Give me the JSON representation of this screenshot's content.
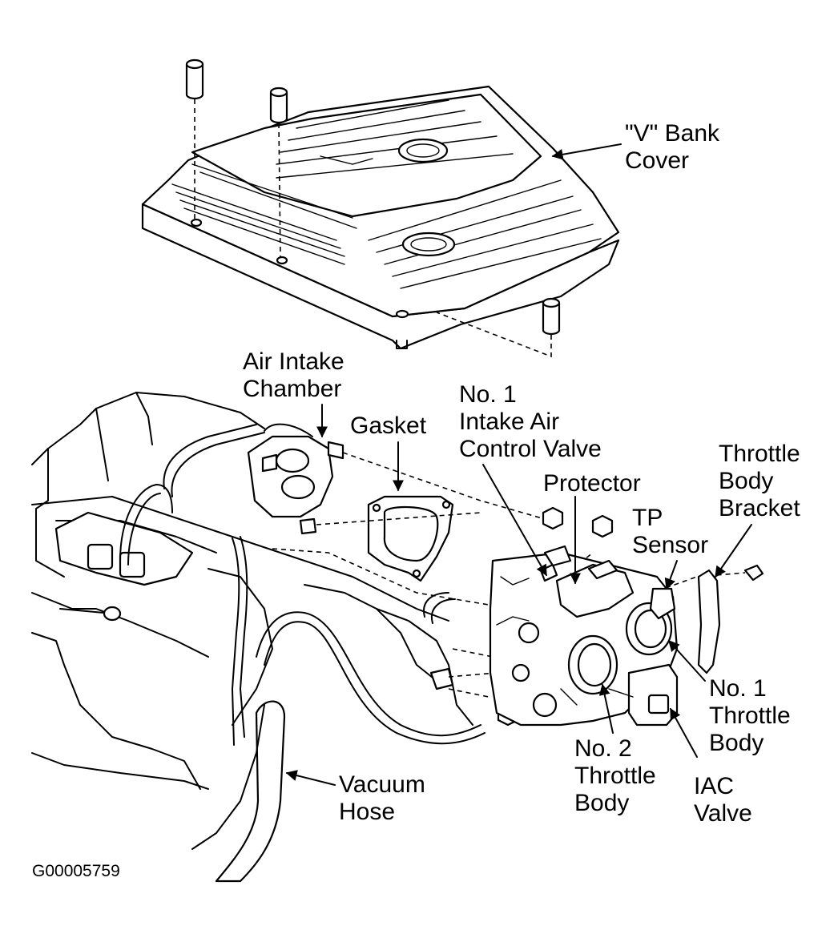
{
  "figure_id": "G00005759",
  "labels": {
    "v_bank_cover": [
      "\"V\" Bank",
      "Cover"
    ],
    "air_intake_chamber": [
      "Air Intake",
      "Chamber"
    ],
    "gasket": [
      "Gasket"
    ],
    "intake_air_control_valve": [
      "No. 1",
      "Intake Air",
      "Control Valve"
    ],
    "protector": [
      "Protector"
    ],
    "throttle_body_bracket": [
      "Throttle",
      "Body",
      "Bracket"
    ],
    "tp_sensor": [
      "TP",
      "Sensor"
    ],
    "no1_throttle_body": [
      "No. 1",
      "Throttle",
      "Body"
    ],
    "no2_throttle_body": [
      "No. 2",
      "Throttle",
      "Body"
    ],
    "iac_valve": [
      "IAC",
      "Valve"
    ],
    "vacuum_hose": [
      "Vacuum",
      "Hose"
    ]
  }
}
